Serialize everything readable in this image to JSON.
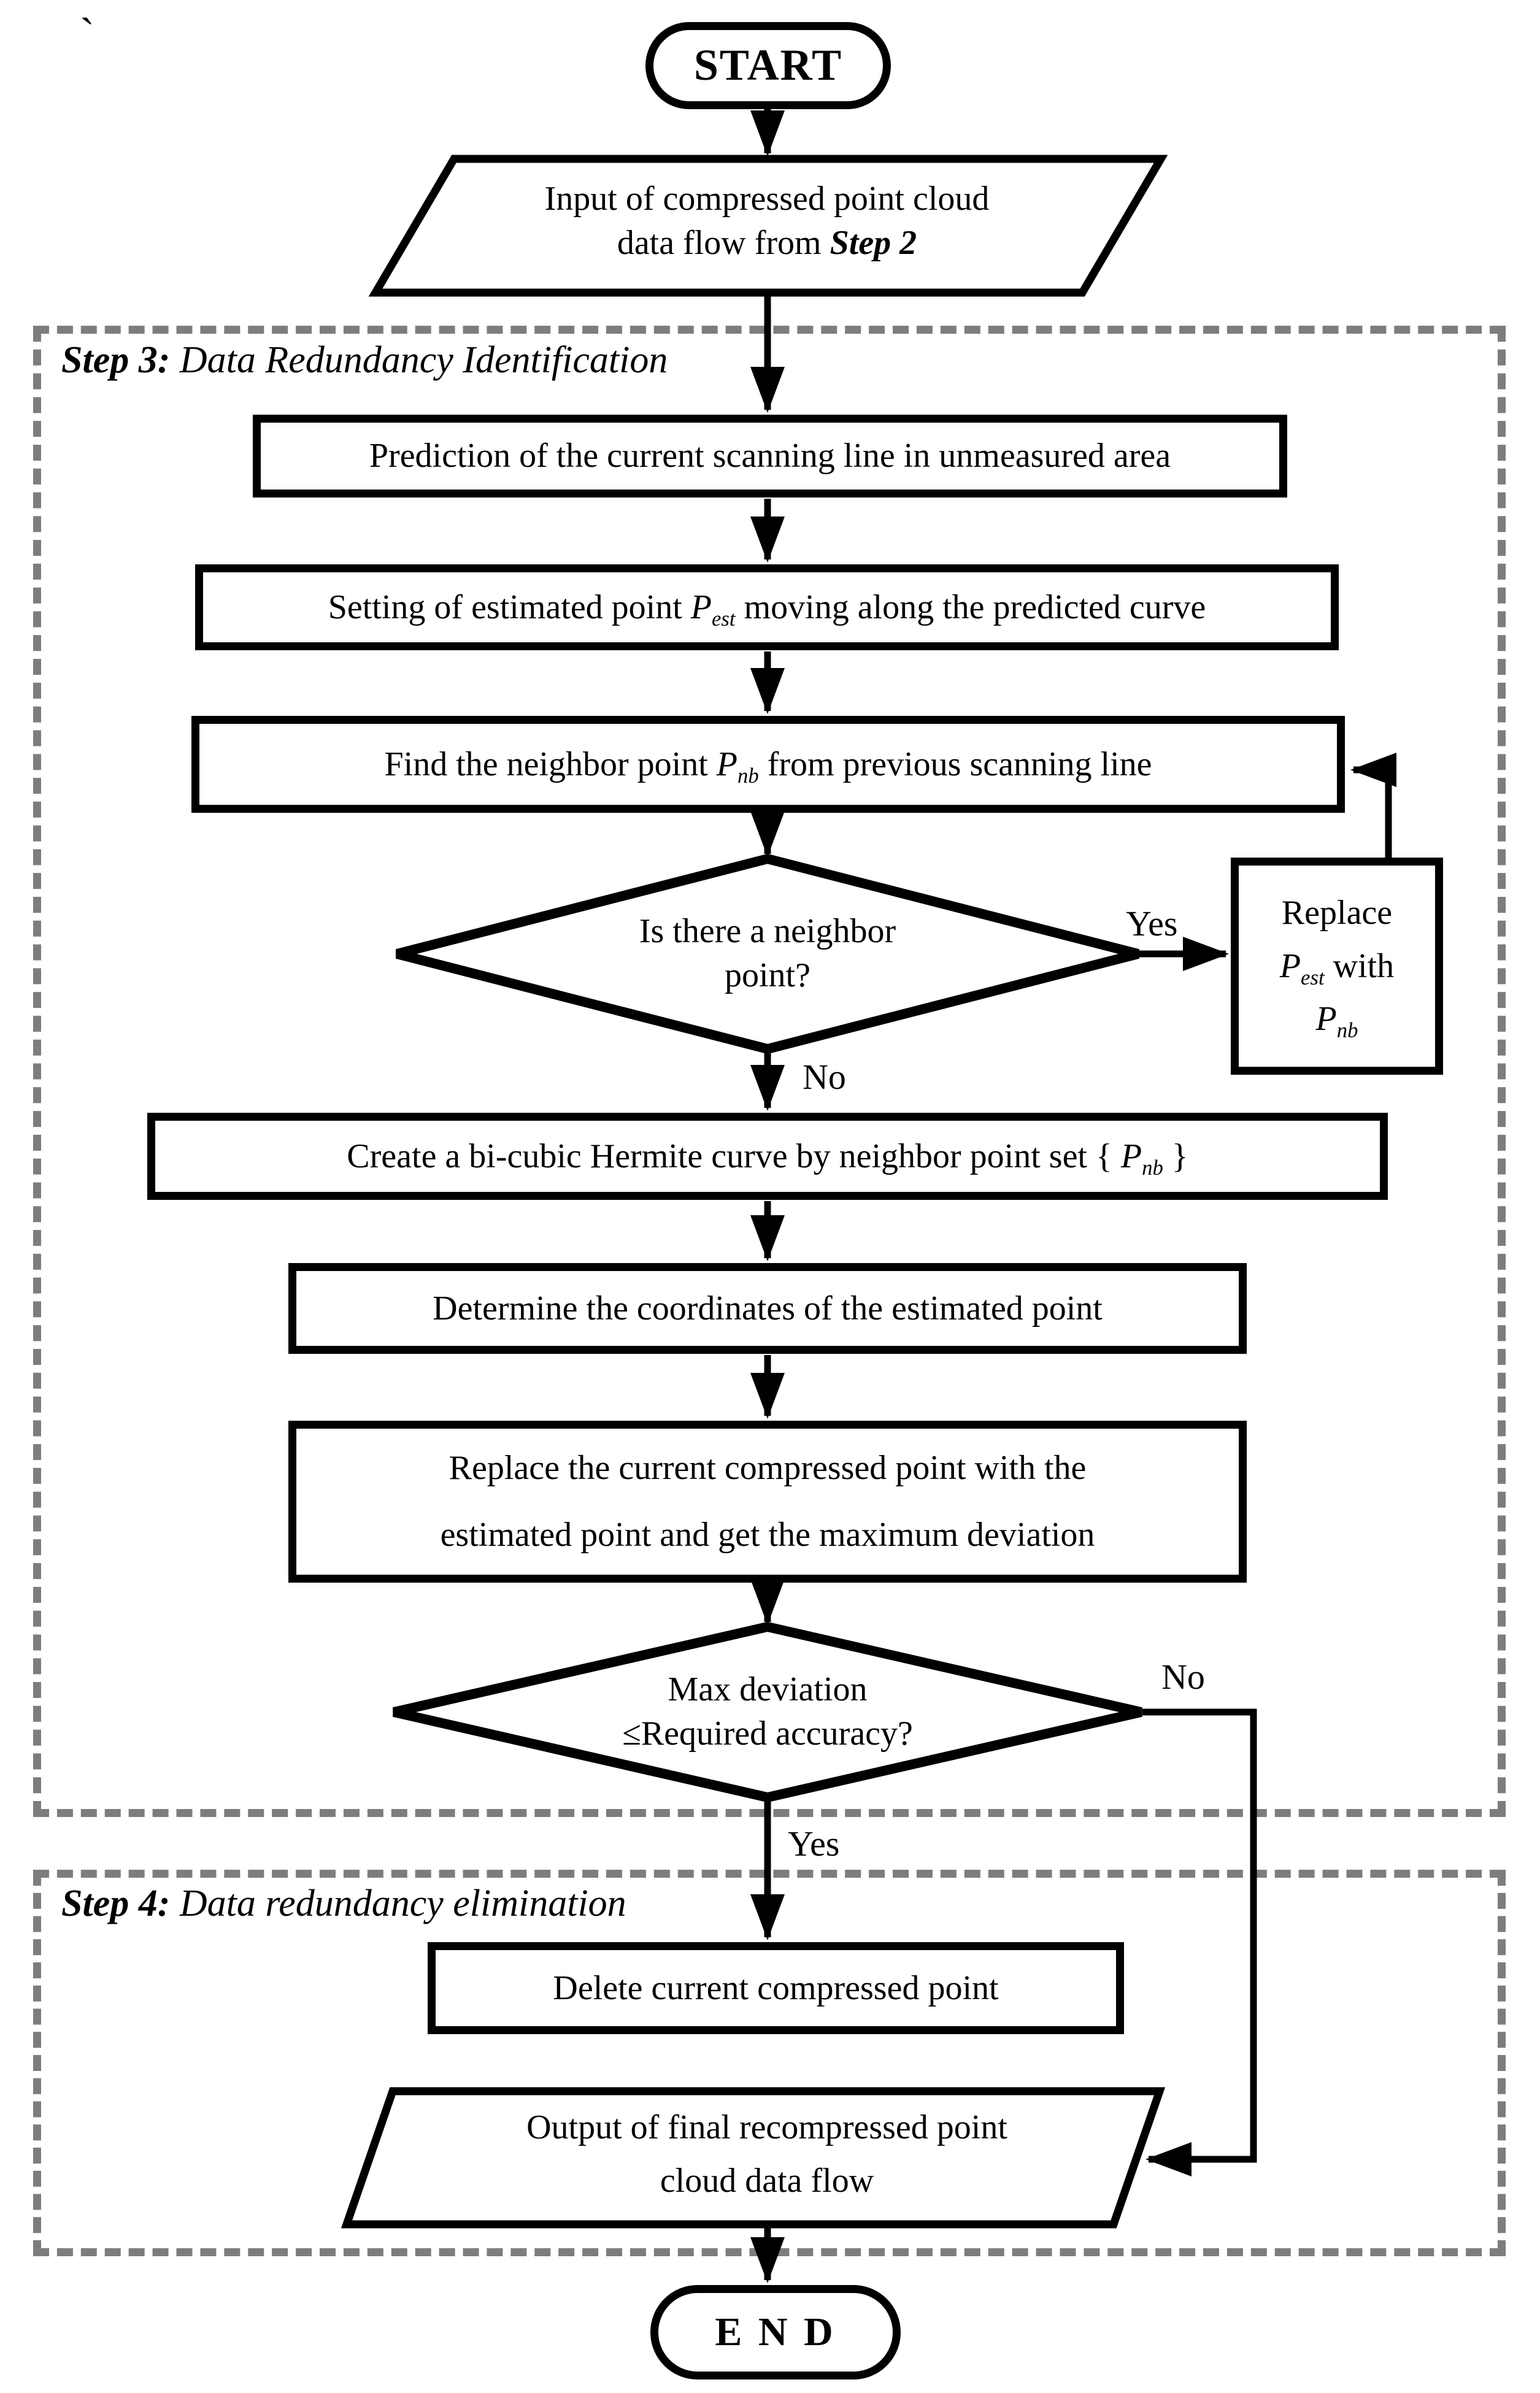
{
  "meta": {
    "tick": "`",
    "colors": {
      "line": "#000000",
      "dashed_border": "#7d7d7d",
      "background": "#ffffff"
    }
  },
  "nodes": {
    "start": {
      "label": "START"
    },
    "input": {
      "line1": "Input of compressed point cloud",
      "line2_pre": "data flow from ",
      "line2_em": "Step 2"
    },
    "prediction": {
      "label": "Prediction of the current scanning line in unmeasured area"
    },
    "setting": {
      "pre": "Setting of estimated point ",
      "var": "P",
      "sub": "est",
      "post": " moving along the predicted curve"
    },
    "find": {
      "pre": "Find the neighbor point ",
      "var": "P",
      "sub": "nb",
      "post": " from previous scanning line"
    },
    "decision_neighbor": {
      "line1": "Is there a neighbor",
      "line2": "point?",
      "yes": "Yes",
      "no": "No"
    },
    "replace": {
      "line1": "Replace",
      "l2var": "P",
      "l2sub": "est",
      "l2post": " with",
      "l3var": "P",
      "l3sub": "nb"
    },
    "create": {
      "pre": "Create a bi-cubic Hermite curve by neighbor point set { ",
      "var": "P",
      "sub": "nb",
      "post": " }"
    },
    "determine": {
      "label": "Determine the coordinates of the estimated point"
    },
    "replace_current": {
      "line1": "Replace the current compressed point with the",
      "line2": "estimated point and get the maximum deviation"
    },
    "decision_accuracy": {
      "line1": "Max deviation",
      "line2": "≤Required accuracy?",
      "yes": "Yes",
      "no": "No"
    },
    "delete": {
      "label": "Delete current compressed point"
    },
    "output": {
      "line1": "Output of final recompressed point",
      "line2": "cloud data flow"
    },
    "end": {
      "label": "E N D"
    }
  },
  "steps": {
    "step3": {
      "bold": "Step 3:",
      "title": " Data Redundancy Identification"
    },
    "step4": {
      "bold": "Step 4:",
      "title": " Data redundancy elimination"
    }
  }
}
